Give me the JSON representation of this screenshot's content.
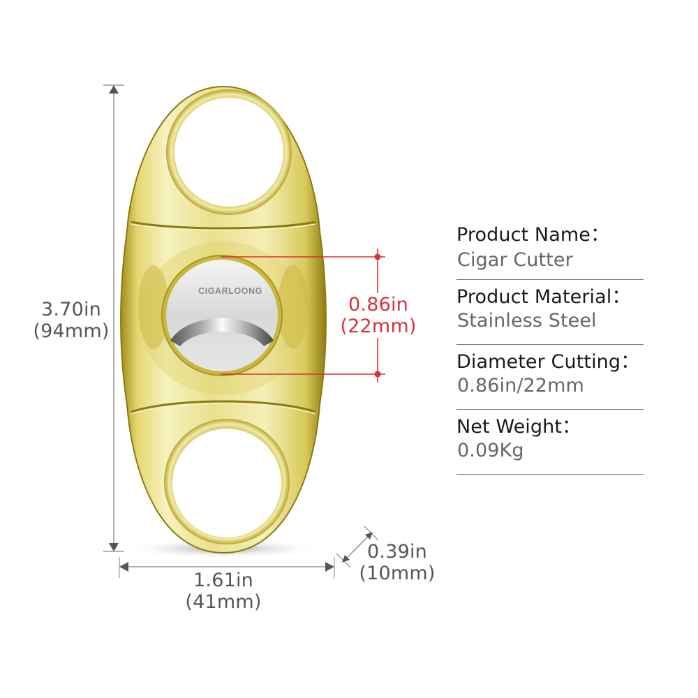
{
  "product": {
    "type": "Cigar Cutter",
    "brand_engraving": "CIGARLOONG",
    "colors": {
      "gold_light": "#f3eeb0",
      "gold_mid": "#d9cb5a",
      "gold_dark": "#a4911c",
      "steel_light": "#eeeeee",
      "steel_dark": "#9a9a9a",
      "dimension_red": "#d6323a",
      "dimension_gray": "#555555"
    }
  },
  "dimensions": {
    "height": {
      "inches": "3.70in",
      "mm": "(94mm)"
    },
    "width": {
      "inches": "1.61in",
      "mm": "(41mm)"
    },
    "thickness": {
      "inches": "0.39in",
      "mm": "(10mm)"
    },
    "cut_diameter": {
      "inches": "0.86in",
      "mm": "(22mm)"
    }
  },
  "specs": [
    {
      "key": "Product Name：",
      "value": "Cigar Cutter"
    },
    {
      "key": "Product Material：",
      "value": "Stainless Steel"
    },
    {
      "key": "Diameter Cutting：",
      "value": "0.86in/22mm"
    },
    {
      "key": "Net Weight：",
      "value": "0.09Kg"
    }
  ]
}
